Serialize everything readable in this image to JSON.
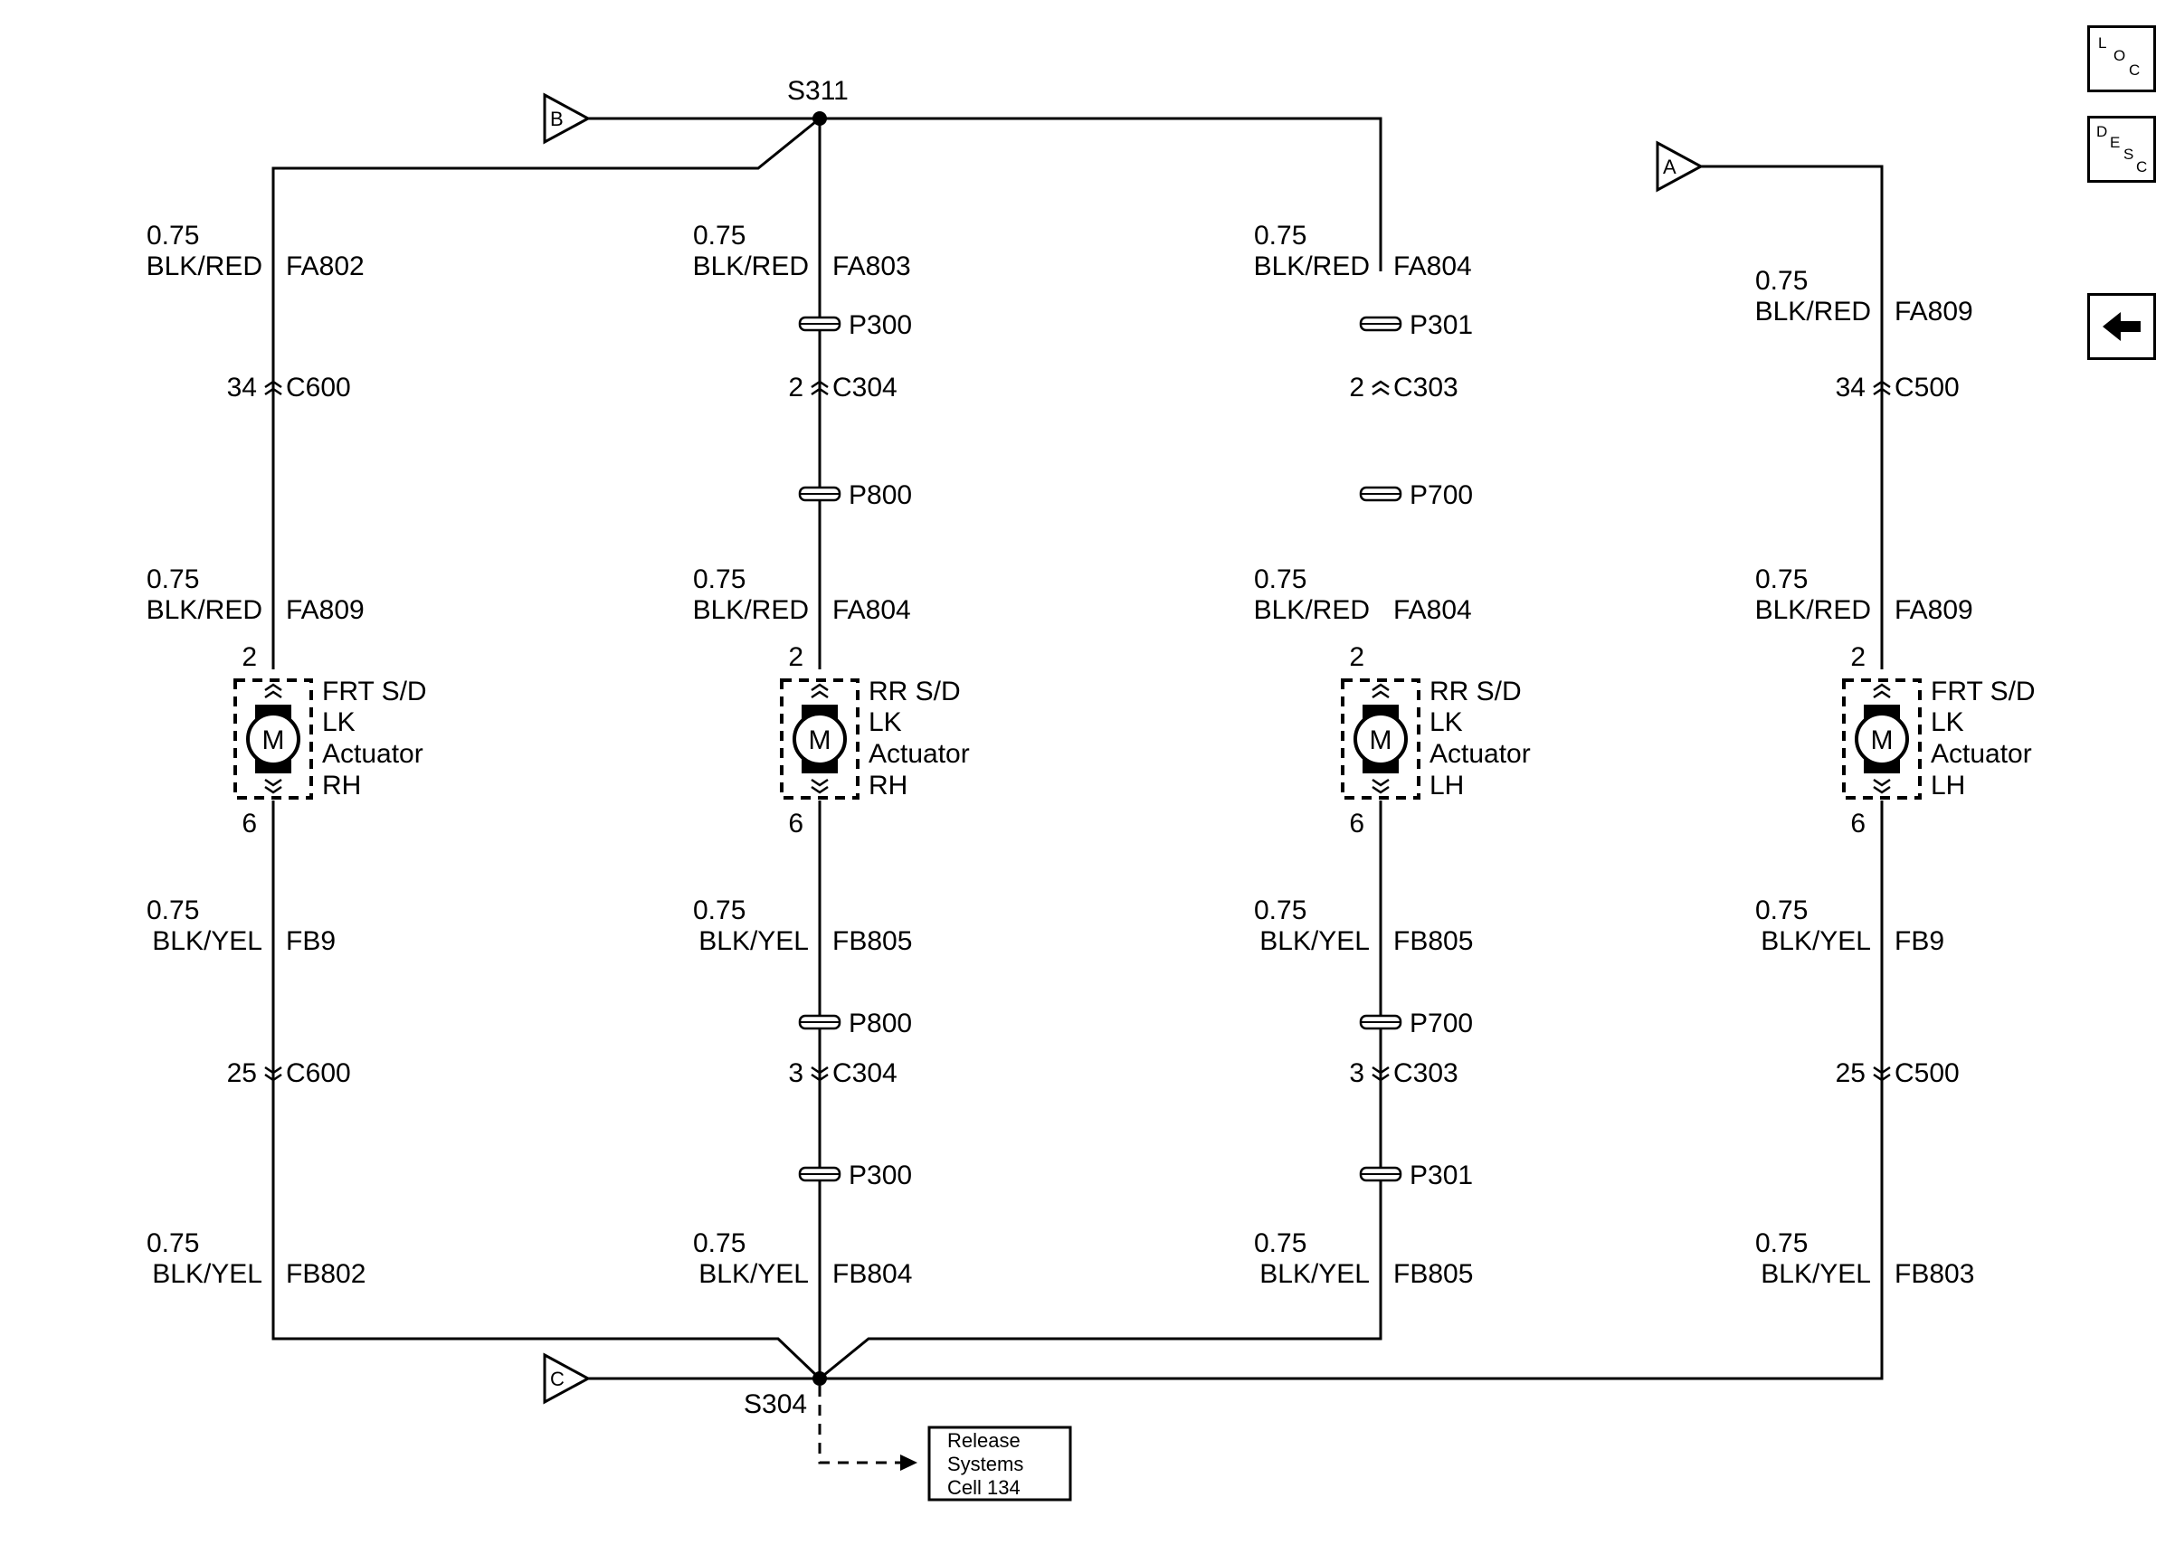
{
  "nav": {
    "loc": [
      "L",
      "O",
      "C"
    ],
    "desc": [
      "D",
      "E",
      "S",
      "C"
    ],
    "back_icon": "arrow-left-icon"
  },
  "offpage": {
    "b": "B",
    "a": "A",
    "c": "C"
  },
  "splices": {
    "top": "S311",
    "bottom": "S304"
  },
  "ref_box": {
    "line1": "Release",
    "line2": "Systems",
    "line3": "Cell 134"
  },
  "columns": [
    {
      "wire1": {
        "size": "0.75",
        "color": "BLK/RED",
        "circuit": "FA802"
      },
      "conn1": {
        "pin": "34",
        "name": "C600"
      },
      "wire2": {
        "size": "0.75",
        "color": "BLK/RED",
        "circuit": "FA809"
      },
      "motor": {
        "pin_top": "2",
        "pin_bottom": "6",
        "symbol": "M",
        "l1": "FRT S/D",
        "l2": "LK",
        "l3": "Actuator",
        "l4": "RH"
      },
      "wire3": {
        "size": "0.75",
        "color": "BLK/YEL",
        "circuit": "FB9"
      },
      "conn2": {
        "pin": "25",
        "name": "C600"
      },
      "wire4": {
        "size": "0.75",
        "color": "BLK/YEL",
        "circuit": "FB802"
      }
    },
    {
      "wire1": {
        "size": "0.75",
        "color": "BLK/RED",
        "circuit": "FA803"
      },
      "p1": "P300",
      "conn1": {
        "pin": "2",
        "name": "C304"
      },
      "p2": "P800",
      "wire2": {
        "size": "0.75",
        "color": "BLK/RED",
        "circuit": "FA804"
      },
      "motor": {
        "pin_top": "2",
        "pin_bottom": "6",
        "symbol": "M",
        "l1": "RR S/D",
        "l2": "LK",
        "l3": "Actuator",
        "l4": "RH"
      },
      "wire3": {
        "size": "0.75",
        "color": "BLK/YEL",
        "circuit": "FB805"
      },
      "p3": "P800",
      "conn2": {
        "pin": "3",
        "name": "C304"
      },
      "p4": "P300",
      "wire4": {
        "size": "0.75",
        "color": "BLK/YEL",
        "circuit": "FB804"
      }
    },
    {
      "wire1": {
        "size": "0.75",
        "color": "BLK/RED",
        "circuit": "FA804"
      },
      "p1": "P301",
      "conn1": {
        "pin": "2",
        "name": "C303"
      },
      "p2": "P700",
      "wire2": {
        "size": "0.75",
        "color": "BLK/RED",
        "circuit": "FA804"
      },
      "motor": {
        "pin_top": "2",
        "pin_bottom": "6",
        "symbol": "M",
        "l1": "RR S/D",
        "l2": "LK",
        "l3": "Actuator",
        "l4": "LH"
      },
      "wire3": {
        "size": "0.75",
        "color": "BLK/YEL",
        "circuit": "FB805"
      },
      "p3": "P700",
      "conn2": {
        "pin": "3",
        "name": "C303"
      },
      "p4": "P301",
      "wire4": {
        "size": "0.75",
        "color": "BLK/YEL",
        "circuit": "FB805"
      }
    },
    {
      "wire1": {
        "size": "0.75",
        "color": "BLK/RED",
        "circuit": "FA809"
      },
      "conn1": {
        "pin": "34",
        "name": "C500"
      },
      "wire2": {
        "size": "0.75",
        "color": "BLK/RED",
        "circuit": "FA809"
      },
      "motor": {
        "pin_top": "2",
        "pin_bottom": "6",
        "symbol": "M",
        "l1": "FRT S/D",
        "l2": "LK",
        "l3": "Actuator",
        "l4": "LH"
      },
      "wire3": {
        "size": "0.75",
        "color": "BLK/YEL",
        "circuit": "FB9"
      },
      "conn2": {
        "pin": "25",
        "name": "C500"
      },
      "wire4": {
        "size": "0.75",
        "color": "BLK/YEL",
        "circuit": "FB803"
      }
    }
  ]
}
